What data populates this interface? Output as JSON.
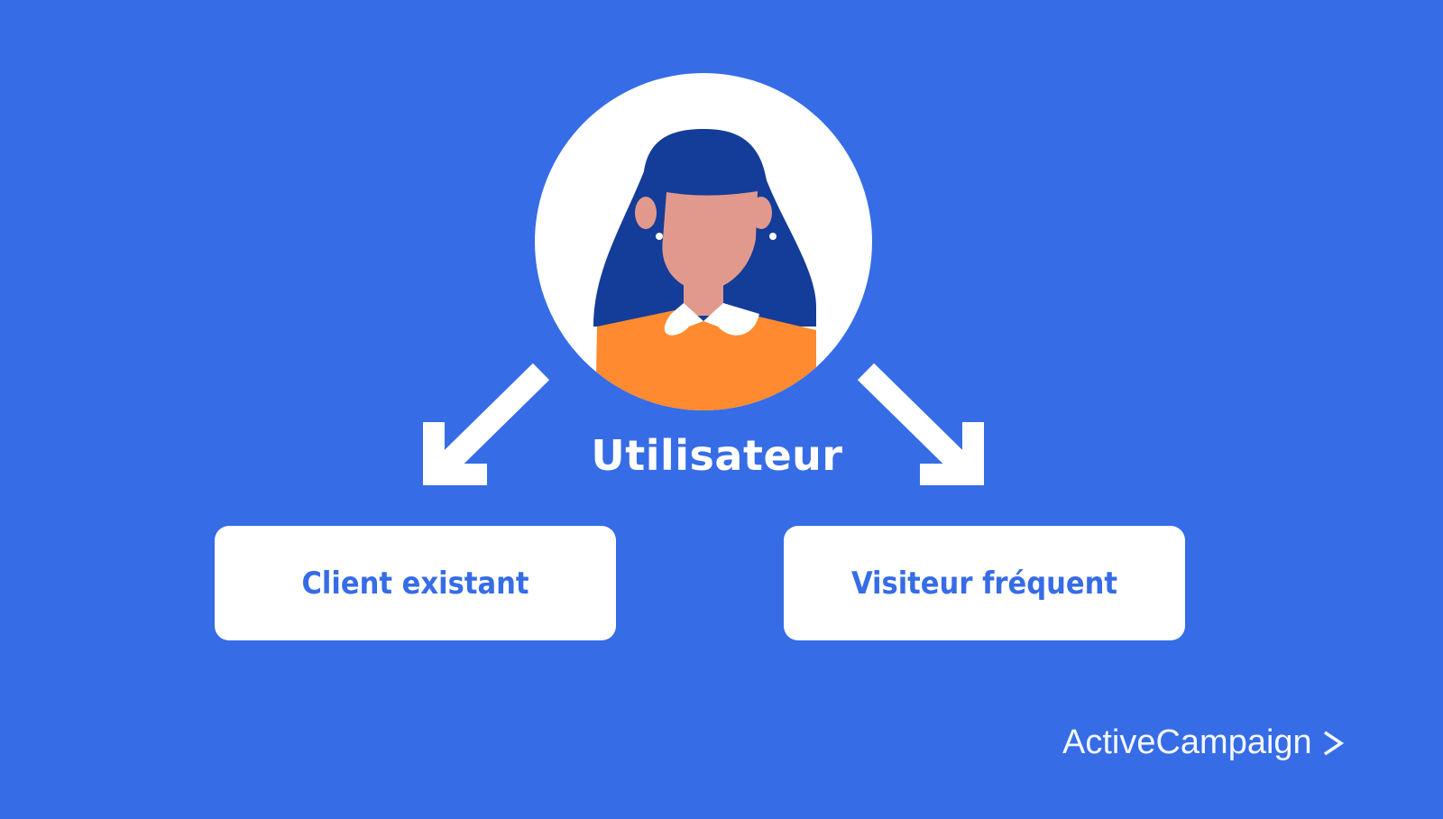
{
  "title": "Utilisateur",
  "options": [
    {
      "label": "Client existant"
    },
    {
      "label": "Visiteur fréquent"
    }
  ],
  "brand": {
    "name": "ActiveCampaign"
  },
  "colors": {
    "background": "#366ce6",
    "hair": "#143c99",
    "skin": "#e2998d",
    "shirt": "#ff8a30",
    "white": "#ffffff"
  }
}
